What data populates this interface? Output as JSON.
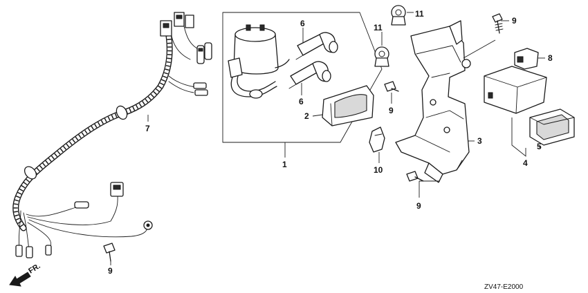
{
  "callouts": {
    "c1": "1",
    "c2": "2",
    "c3": "3",
    "c4": "4",
    "c5": "5",
    "c6a": "6",
    "c6b": "6",
    "c7": "7",
    "c8": "8",
    "c9a": "9",
    "c9b": "9",
    "c9c": "9",
    "c9d": "9",
    "c10": "10",
    "c11a": "11",
    "c11b": "11"
  },
  "direction_label": "FR.",
  "diagram_code": "ZV47-E2000"
}
